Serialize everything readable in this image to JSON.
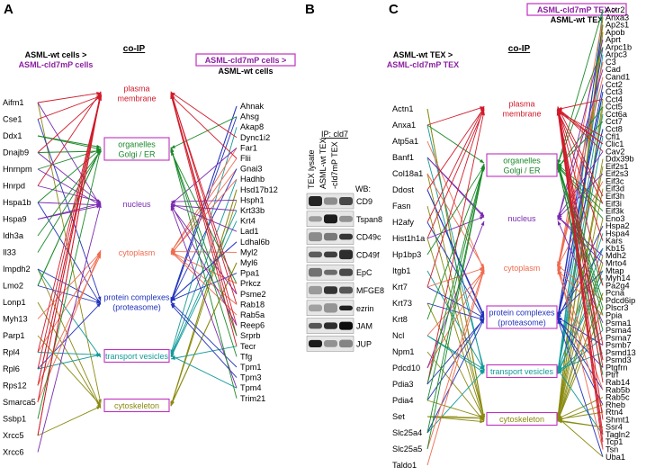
{
  "panels": {
    "A": {
      "letter": "A",
      "title": "co-IP",
      "left_header": [
        "ASML-wt cells >",
        "ASML-cld7mP cells"
      ],
      "right_header": [
        "ASML-cld7mP cells >",
        "ASML-wt cells"
      ],
      "categories": [
        {
          "label": [
            "plasma",
            "membrane"
          ],
          "color": "#d01c2b",
          "boxed": false
        },
        {
          "label": [
            "organelles",
            "Golgi / ER"
          ],
          "color": "#1a8a2a",
          "boxed": true
        },
        {
          "label": [
            "nucleus"
          ],
          "color": "#7a2ab0",
          "boxed": false
        },
        {
          "label": [
            "cytoplasm"
          ],
          "color": "#ef6b4f",
          "boxed": false
        },
        {
          "label": [
            "protein complexes",
            "(proteasome)"
          ],
          "color": "#2233bb",
          "boxed": false
        },
        {
          "label": [
            "transport vesicles"
          ],
          "color": "#149a9a",
          "boxed": true
        },
        {
          "label": [
            "cytoskeleton"
          ],
          "color": "#8a8a10",
          "boxed": true
        }
      ],
      "left_genes": [
        "Aifm1",
        "Cse1",
        "Ddx1",
        "Dnajb9",
        "Hnrnpm",
        "Hnrpd",
        "Hspa1b",
        "Hspa9",
        "Idh3a",
        "Il33",
        "Impdh2",
        "Lmo2",
        "Lonp1",
        "Myh13",
        "Parp1",
        "Rpl4",
        "Rpl6",
        "Rps12",
        "Smarca5",
        "Ssbp1",
        "Xrcc5",
        "Xrcc6"
      ],
      "right_genes": [
        "Ahnak",
        "Ahsg",
        "Akap8",
        "Dync1i2",
        "Far1",
        "Flii",
        "Gnai3",
        "Hadhb",
        "Hsd17b12",
        "Hsph1",
        "Krt33b",
        "Krt4",
        "Lad1",
        "Ldhal6b",
        "Myl2",
        "Myl6",
        "Ppa1",
        "Prkcz",
        "Psme2",
        "Rab18",
        "Rab5a",
        "Reep6",
        "Srprb",
        "Tecr",
        "Tfg",
        "Tpm1",
        "Tpm3",
        "Tpm4",
        "Trim21"
      ]
    },
    "B": {
      "letter": "B",
      "ip_label": "IP: cld7",
      "lanes": [
        "TEX lysate",
        "ASML-wt TEX",
        "-cld7mP TEX"
      ],
      "wb_label": "WB:",
      "blots": [
        "CD9",
        "Tspan8",
        "CD49c",
        "CD49f",
        "EpC",
        "MFGE8",
        "ezrin",
        "JAM",
        "JUP"
      ]
    },
    "C": {
      "letter": "C",
      "title": "co-IP",
      "left_header": [
        "ASML-wt TEX >",
        "ASML-cld7mP TEX"
      ],
      "right_header": [
        "ASML-cld7mP TEX >",
        "ASML-wt TEX"
      ],
      "categories": [
        {
          "label": [
            "plasma",
            "membrane"
          ],
          "color": "#d01c2b",
          "boxed": false
        },
        {
          "label": [
            "organelles",
            "Golgi / ER"
          ],
          "color": "#1a8a2a",
          "boxed": true
        },
        {
          "label": [
            "nucleus"
          ],
          "color": "#7a2ab0",
          "boxed": false
        },
        {
          "label": [
            "cytoplasm"
          ],
          "color": "#ef6b4f",
          "boxed": false
        },
        {
          "label": [
            "protein complexes",
            "(proteasome)"
          ],
          "color": "#2233bb",
          "boxed": true
        },
        {
          "label": [
            "transport vesicles"
          ],
          "color": "#149a9a",
          "boxed": true
        },
        {
          "label": [
            "cytoskeleton"
          ],
          "color": "#8a8a10",
          "boxed": true
        }
      ],
      "left_genes": [
        "Actn1",
        "Anxa1",
        "Atp5a1",
        "Banf1",
        "Col18a1",
        "Ddost",
        "Fasn",
        "H2afy",
        "Hist1h1a",
        "Hp1bp3",
        "Itgb1",
        "Krt7",
        "Krt73",
        "Krt8",
        "Ncl",
        "Npm1",
        "Pdcd10",
        "Pdia3",
        "Pdia4",
        "Set",
        "Slc25a4",
        "Slc25a5",
        "Taldo1"
      ],
      "right_genes": [
        "Actr2",
        "Anxa3",
        "Ap2s1",
        "Apob",
        "Aprt",
        "Arpc1b",
        "Arpc3",
        "C3",
        "Cad",
        "Cand1",
        "Cct2",
        "Cct3",
        "Cct4",
        "Cct5",
        "Cct6a",
        "Cct7",
        "Cct8",
        "Cfl1",
        "Clic1",
        "Cav2",
        "Ddx39b",
        "Eif2s1",
        "Eif2s3",
        "Eif3c",
        "Eif3d",
        "Eif3h",
        "Eif3i",
        "Eif3k",
        "Eno3",
        "Hspa2",
        "Hspa4",
        "Kars",
        "Kb15",
        "Mdh2",
        "Mrto4",
        "Mtap",
        "Myh14",
        "Pa2g4",
        "Pcna",
        "Pdcd6ip",
        "Plscr3",
        "Ppia",
        "Psma1",
        "Psma4",
        "Psma7",
        "Psmb7",
        "Psmd13",
        "Psmd3",
        "Ptgfrn",
        "Ptrf",
        "Rab14",
        "Rab5b",
        "Rab5c",
        "Rheb",
        "Rtn4",
        "Shmt1",
        "Ssr4",
        "Tagln2",
        "Tcp1",
        "Tsn",
        "Uba1"
      ]
    }
  },
  "colors": {
    "header_purple": "#8a1fa0",
    "box_border": "#c030c0",
    "black": "#000000"
  }
}
